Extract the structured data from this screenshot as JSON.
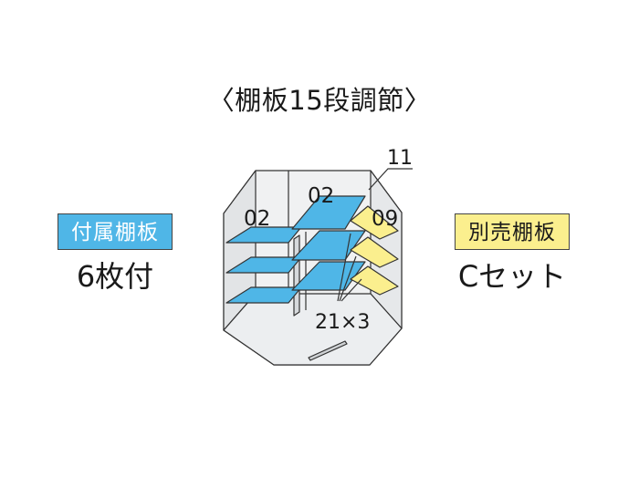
{
  "title": "〈棚板15段調節〉",
  "left_legend": {
    "label": "付属棚板",
    "value": "6枚付",
    "color": "#4fb6e7"
  },
  "right_legend": {
    "label": "別売棚板",
    "value": "Cセット",
    "color": "#fbef8e"
  },
  "diagram": {
    "labels": {
      "left_bay": "02",
      "center_bay": "02",
      "right_bay": "09",
      "top_pointer": "11",
      "bottom_pointer": "21×3"
    }
  }
}
